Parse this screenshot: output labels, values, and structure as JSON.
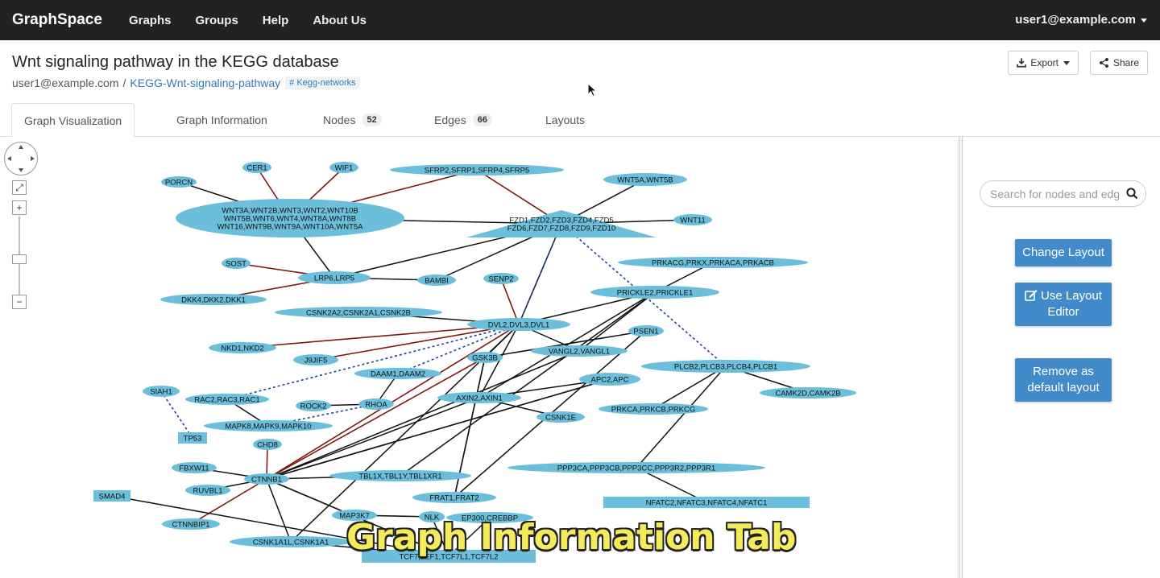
{
  "nav": {
    "brand": "GraphSpace",
    "links": [
      "Graphs",
      "Groups",
      "Help",
      "About Us"
    ],
    "user": "user1@example.com"
  },
  "header": {
    "title": "Wnt signaling pathway in the KEGG database",
    "owner": "user1@example.com",
    "separator": "/",
    "graph_name": "KEGG-Wnt-signaling-pathway",
    "tag": "# Kegg-networks",
    "export_label": "Export",
    "share_label": "Share"
  },
  "tabs": [
    {
      "label": "Graph Visualization",
      "active": true
    },
    {
      "label": "Graph Information"
    },
    {
      "label": "Nodes",
      "count": "52"
    },
    {
      "label": "Edges",
      "count": "66"
    },
    {
      "label": "Layouts"
    }
  ],
  "zoom": {
    "fit": "⤢",
    "in": "+",
    "out": "−"
  },
  "sidebar": {
    "search_placeholder": "Search for nodes and edges",
    "change_layout": "Change Layout",
    "use_layout_editor": "Use Layout Editor",
    "remove_default": "Remove as default layout"
  },
  "graph": {
    "node_color": "#6bbfdb",
    "nodes": [
      {
        "id": "porcn",
        "label": "PORCN",
        "shape": "ellipse"
      },
      {
        "id": "cer1",
        "label": "CER1",
        "shape": "ellipse"
      },
      {
        "id": "wif1",
        "label": "WIF1",
        "shape": "ellipse"
      },
      {
        "id": "sfrp",
        "label": "SFRP2,SFRP1,SFRP4,SFRP5",
        "shape": "ellipse"
      },
      {
        "id": "wnt5a",
        "label": "WNT5A,WNT5B",
        "shape": "ellipse"
      },
      {
        "id": "wnt",
        "label": "WNT3A,WNT2B,WNT3,WNT2,WNT10B|WNT5B,WNT6,WNT4,WNT8A,WNT8B|WNT16,WNT9B,WNT9A,WNT10A,WNT5A",
        "shape": "ellipse"
      },
      {
        "id": "fzd",
        "label": "FZD1,FZD2,FZD3,FZD4,FZD5|FZD6,FZD7,FZD8,FZD9,FZD10",
        "shape": "triangle"
      },
      {
        "id": "wnt11",
        "label": "WNT11",
        "shape": "ellipse"
      },
      {
        "id": "sost",
        "label": "SOST",
        "shape": "ellipse"
      },
      {
        "id": "lrp",
        "label": "LRP6,LRP5",
        "shape": "ellipse"
      },
      {
        "id": "bambi",
        "label": "BAMBI",
        "shape": "ellipse"
      },
      {
        "id": "senp2",
        "label": "SENP2",
        "shape": "ellipse"
      },
      {
        "id": "prkacg",
        "label": "PRKACG,PRKX,PRKACA,PRKACB",
        "shape": "ellipse"
      },
      {
        "id": "prickle",
        "label": "PRICKLE2,PRICKLE1",
        "shape": "ellipse"
      },
      {
        "id": "dkk",
        "label": "DKK4,DKK2,DKK1",
        "shape": "ellipse"
      },
      {
        "id": "csnk2",
        "label": "CSNK2A2,CSNK2A1,CSNK2B",
        "shape": "ellipse"
      },
      {
        "id": "dvl",
        "label": "DVL2,DVL3,DVL1",
        "shape": "ellipse"
      },
      {
        "id": "psen1",
        "label": "PSEN1",
        "shape": "ellipse"
      },
      {
        "id": "nkd",
        "label": "NKD1,NKD2",
        "shape": "ellipse"
      },
      {
        "id": "vangl",
        "label": "VANGL2,VANGL1",
        "shape": "ellipse"
      },
      {
        "id": "j9jif5",
        "label": "J9JIF5",
        "shape": "ellipse"
      },
      {
        "id": "gsk3b",
        "label": "GSK3B",
        "shape": "ellipse"
      },
      {
        "id": "plcb",
        "label": "PLCB2,PLCB3,PLCB4,PLCB1",
        "shape": "ellipse"
      },
      {
        "id": "daam",
        "label": "DAAM1,DAAM2",
        "shape": "ellipse"
      },
      {
        "id": "apc",
        "label": "APC2,APC",
        "shape": "ellipse"
      },
      {
        "id": "siah1",
        "label": "SIAH1",
        "shape": "ellipse"
      },
      {
        "id": "camk2",
        "label": "CAMK2D,CAMK2B",
        "shape": "ellipse"
      },
      {
        "id": "rac",
        "label": "RAC2,RAC3,RAC1",
        "shape": "ellipse"
      },
      {
        "id": "axin",
        "label": "AXIN2,AXIN1",
        "shape": "ellipse"
      },
      {
        "id": "rock2",
        "label": "ROCK2",
        "shape": "ellipse"
      },
      {
        "id": "rhoa",
        "label": "RHOA",
        "shape": "ellipse"
      },
      {
        "id": "prkca",
        "label": "PRKCA,PRKCB,PRKCG",
        "shape": "ellipse"
      },
      {
        "id": "csnk1e",
        "label": "CSNK1E",
        "shape": "ellipse"
      },
      {
        "id": "mapk",
        "label": "MAPK8,MAPK9,MAPK10",
        "shape": "ellipse"
      },
      {
        "id": "tp53",
        "label": "TP53",
        "shape": "rect"
      },
      {
        "id": "chd8",
        "label": "CHD8",
        "shape": "ellipse"
      },
      {
        "id": "ppp3",
        "label": "PPP3CA,PPP3CB,PPP3CC,PPP3R2,PPP3R1",
        "shape": "ellipse"
      },
      {
        "id": "fbxw11",
        "label": "FBXW11",
        "shape": "ellipse"
      },
      {
        "id": "tbl1",
        "label": "TBL1X,TBL1Y,TBL1XR1",
        "shape": "ellipse"
      },
      {
        "id": "ctnnb1",
        "label": "CTNNB1",
        "shape": "ellipse"
      },
      {
        "id": "smad4",
        "label": "SMAD4",
        "shape": "rect"
      },
      {
        "id": "ruvbl1",
        "label": "RUVBL1",
        "shape": "ellipse"
      },
      {
        "id": "frat",
        "label": "FRAT1,FRAT2",
        "shape": "ellipse"
      },
      {
        "id": "nfatc",
        "label": "NFATC2,NFATC3,NFATC4,NFATC1",
        "shape": "rect"
      },
      {
        "id": "map3k7",
        "label": "MAP3K7",
        "shape": "ellipse"
      },
      {
        "id": "nlk",
        "label": "NLK",
        "shape": "ellipse"
      },
      {
        "id": "ep300",
        "label": "EP300,CREBBP",
        "shape": "ellipse"
      },
      {
        "id": "ctnnbip1",
        "label": "CTNNBIP1",
        "shape": "ellipse"
      },
      {
        "id": "csnk1a1",
        "label": "CSNK1A1L,CSNK1A1",
        "shape": "ellipse"
      },
      {
        "id": "tcf",
        "label": "TCF7,LEF1,TCF7L1,TCF7L2",
        "shape": "rect"
      }
    ],
    "edges": [
      [
        "porcn",
        "wnt",
        "activate"
      ],
      [
        "cer1",
        "wnt",
        "inhibit"
      ],
      [
        "wif1",
        "wnt",
        "inhibit"
      ],
      [
        "sfrp",
        "wnt",
        "inhibit"
      ],
      [
        "sfrp",
        "fzd",
        "inhibit"
      ],
      [
        "wnt5a",
        "fzd",
        "activate"
      ],
      [
        "wnt",
        "fzd",
        "activate"
      ],
      [
        "wnt11",
        "fzd",
        "activate"
      ],
      [
        "wnt",
        "lrp",
        "activate"
      ],
      [
        "sost",
        "lrp",
        "inhibit"
      ],
      [
        "dkk",
        "lrp",
        "inhibit"
      ],
      [
        "lrp",
        "bambi",
        "activate"
      ],
      [
        "bambi",
        "fzd",
        "activate"
      ],
      [
        "lrp",
        "fzd",
        "activate"
      ],
      [
        "fzd",
        "dvl",
        "activate"
      ],
      [
        "fzd",
        "plcb",
        "dashed"
      ],
      [
        "fzd",
        "dvl",
        "dashed"
      ],
      [
        "senp2",
        "dvl",
        "inhibit"
      ],
      [
        "csnk2",
        "dvl",
        "activate"
      ],
      [
        "nkd",
        "dvl",
        "inhibit"
      ],
      [
        "j9jif5",
        "dvl",
        "inhibit"
      ],
      [
        "dvl",
        "vangl",
        "activate"
      ],
      [
        "prickle",
        "dvl",
        "activate"
      ],
      [
        "prickle",
        "vangl",
        "activate"
      ],
      [
        "prkacg",
        "prickle",
        "activate"
      ],
      [
        "psen1",
        "gsk3b",
        "activate"
      ],
      [
        "dvl",
        "gsk3b",
        "activate"
      ],
      [
        "dvl",
        "daam",
        "dashed"
      ],
      [
        "dvl",
        "rac",
        "dashed"
      ],
      [
        "dvl",
        "axin",
        "activate"
      ],
      [
        "daam",
        "rhoa",
        "activate"
      ],
      [
        "rhoa",
        "rock2",
        "activate"
      ],
      [
        "rac",
        "mapk",
        "activate"
      ],
      [
        "rhoa",
        "mapk",
        "dashed"
      ],
      [
        "siah1",
        "tp53",
        "dashed"
      ],
      [
        "plcb",
        "camk2",
        "activate"
      ],
      [
        "plcb",
        "prkca",
        "activate"
      ],
      [
        "plcb",
        "ppp3",
        "activate"
      ],
      [
        "ppp3",
        "nfatc",
        "activate"
      ],
      [
        "apc",
        "axin",
        "activate"
      ],
      [
        "axin",
        "csnk1e",
        "activate"
      ],
      [
        "gsk3b",
        "ctnnb1",
        "inhibit"
      ],
      [
        "axin",
        "ctnnb1",
        "activate"
      ],
      [
        "apc",
        "ctnnb1",
        "activate"
      ],
      [
        "csnk1a1",
        "ctnnb1",
        "activate"
      ],
      [
        "fbxw11",
        "ctnnb1",
        "activate"
      ],
      [
        "chd8",
        "ctnnb1",
        "inhibit"
      ],
      [
        "tbl1",
        "ctnnb1",
        "activate"
      ],
      [
        "ctnnbip1",
        "ctnnb1",
        "inhibit"
      ],
      [
        "ruvbl1",
        "ctnnb1",
        "activate"
      ],
      [
        "ctnnb1",
        "tcf",
        "activate"
      ],
      [
        "smad4",
        "tcf",
        "activate"
      ],
      [
        "map3k7",
        "nlk",
        "activate"
      ],
      [
        "nlk",
        "tcf",
        "activate"
      ],
      [
        "frat",
        "gsk3b",
        "activate"
      ],
      [
        "prickle",
        "axin",
        "activate"
      ],
      [
        "vangl",
        "ctnnb1",
        "activate"
      ],
      [
        "dvl",
        "csnk1a1",
        "activate"
      ],
      [
        "prickle",
        "tbl1",
        "activate"
      ],
      [
        "psen1",
        "frat",
        "activate"
      ],
      [
        "dvl",
        "ctnnb1",
        "inhibit"
      ],
      [
        "gsk3b",
        "frat",
        "activate"
      ],
      [
        "apc",
        "ctnnb1",
        "activate"
      ],
      [
        "ctnnb1",
        "tcf",
        "activate"
      ],
      [
        "ep300",
        "tcf",
        "activate"
      ],
      [
        "csnk1a1",
        "tcf",
        "activate"
      ]
    ]
  },
  "caption": "Graph Information Tab"
}
